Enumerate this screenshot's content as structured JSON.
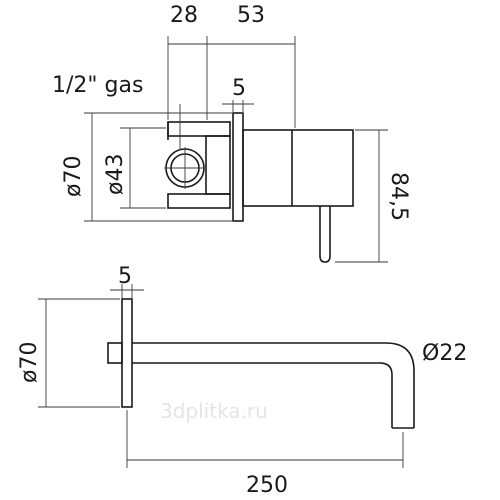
{
  "dimensions": {
    "top_width_left": "28",
    "top_width_right": "53",
    "thread": "1/2\" gas",
    "plate_thickness_top": "5",
    "plate_diameter_top": "ø70",
    "body_diameter": "ø43",
    "total_height": "84,5",
    "plate_thickness_bottom": "5",
    "plate_diameter_bottom": "ø70",
    "spout_diameter": "Ø22",
    "spout_length": "250"
  },
  "watermark": "3dplitka.ru"
}
